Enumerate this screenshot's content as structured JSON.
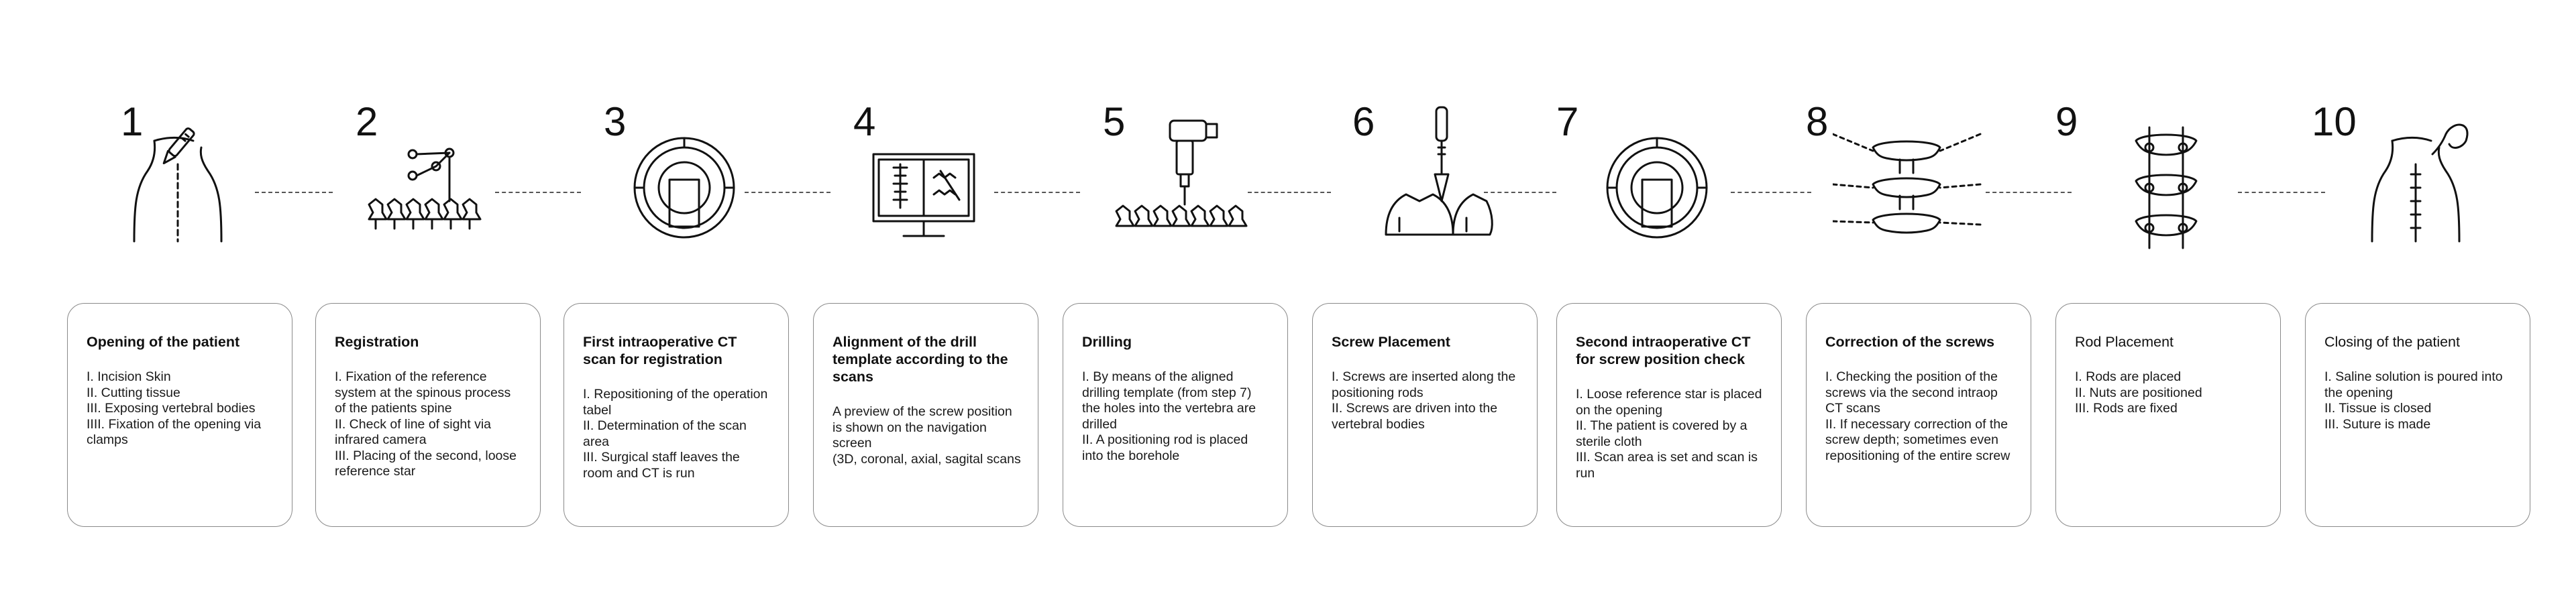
{
  "steps": [
    {
      "number": "1",
      "title": "Opening of the patient",
      "title_bold": true,
      "body": [
        "I. Incision Skin",
        "II. Cutting tissue",
        "III. Exposing vertebral bodies",
        "IIII. Fixation of the opening via clamps"
      ],
      "icon": "patient-back-scalpel-icon"
    },
    {
      "number": "2",
      "title": "Registration",
      "title_bold": true,
      "body": [
        "I. Fixation of the reference system at the spinous process of the patients spine",
        "II. Check of line of sight via infrared camera",
        "III. Placing of the second, loose reference star"
      ],
      "icon": "vertebrae-reference-star-icon"
    },
    {
      "number": "3",
      "title": "First intraoperative CT scan for registration",
      "title_bold": true,
      "body": [
        "I. Repositioning of the operation tabel",
        "II. Determination of the scan area",
        "III. Surgical staff leaves the room and CT is run"
      ],
      "icon": "ct-scanner-icon"
    },
    {
      "number": "4",
      "title": "Alignment of the drill template according to the scans",
      "title_bold": true,
      "body": [
        "A preview of the screw position is shown on the navigation screen",
        "(3D, coronal, axial, sagital scans"
      ],
      "icon": "navigation-monitor-icon"
    },
    {
      "number": "5",
      "title": "Drilling",
      "title_bold": true,
      "body": [
        "I. By means of the aligned drilling template (from step 7) the holes into the vertebra are drilled",
        "II. A positioning rod is placed into the borehole"
      ],
      "icon": "drill-icon"
    },
    {
      "number": "6",
      "title": "Screw Placement",
      "title_bold": true,
      "body": [
        "I. Screws are inserted along the positioning rods",
        "II. Screws are driven into the vertebral bodies"
      ],
      "icon": "screwdriver-icon"
    },
    {
      "number": "7",
      "title": "Second intraoperative CT for screw position check",
      "title_bold": true,
      "body": [
        "I.  Loose reference star is placed on the opening",
        "II. The patient is covered by a sterile cloth",
        "III. Scan area is set and scan is run"
      ],
      "icon": "ct-scanner-icon"
    },
    {
      "number": "8",
      "title": "Correction of the screws",
      "title_bold": true,
      "body": [
        "I. Checking the position of the screws via the second intraop CT scans",
        "II. If necessary correction of the screw depth; sometimes even repositioning of the entire screw"
      ],
      "icon": "vertebrae-screws-icon"
    },
    {
      "number": "9",
      "title": "Rod Placement",
      "title_bold": false,
      "body": [
        "I. Rods are placed",
        "II. Nuts are positioned",
        "III. Rods are fixed"
      ],
      "icon": "spine-rods-icon"
    },
    {
      "number": "10",
      "title": "Closing of the patient",
      "title_bold": false,
      "body": [
        "I. Saline solution is poured into the opening",
        "II. Tissue is closed",
        "III. Suture is made"
      ],
      "icon": "patient-back-suture-icon"
    }
  ]
}
